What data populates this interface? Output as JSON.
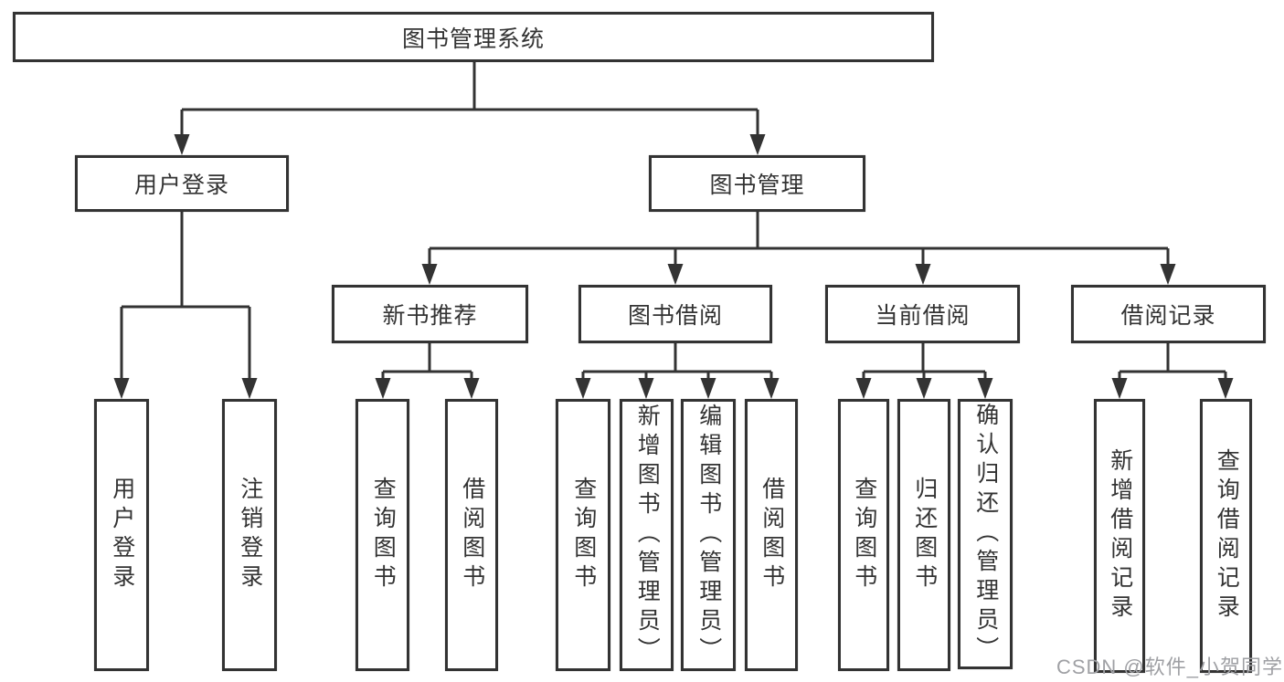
{
  "tree": {
    "root": {
      "label": "图书管理系统",
      "children": [
        {
          "label": "用户登录",
          "children": [
            {
              "label": "用户登录"
            },
            {
              "label": "注销登录"
            }
          ]
        },
        {
          "label": "图书管理",
          "children": [
            {
              "label": "新书推荐",
              "children": [
                {
                  "label": "查询图书"
                },
                {
                  "label": "借阅图书"
                }
              ]
            },
            {
              "label": "图书借阅",
              "children": [
                {
                  "label": "查询图书"
                },
                {
                  "label": "新增图书（管理员）"
                },
                {
                  "label": "编辑图书（管理员）"
                },
                {
                  "label": "借阅图书"
                }
              ]
            },
            {
              "label": "当前借阅",
              "children": [
                {
                  "label": "查询图书"
                },
                {
                  "label": "归还图书"
                },
                {
                  "label": "确认归还（管理员）"
                }
              ]
            },
            {
              "label": "借阅记录",
              "children": [
                {
                  "label": "新增借阅记录"
                },
                {
                  "label": "查询借阅记录"
                }
              ]
            }
          ]
        }
      ]
    }
  },
  "watermark": {
    "text": "CSDN @软件_小贺同学"
  },
  "colors": {
    "line": "#333333",
    "box_border": "#333333",
    "text": "#333333",
    "watermark": "#9fa0a4",
    "background": "#ffffff"
  }
}
